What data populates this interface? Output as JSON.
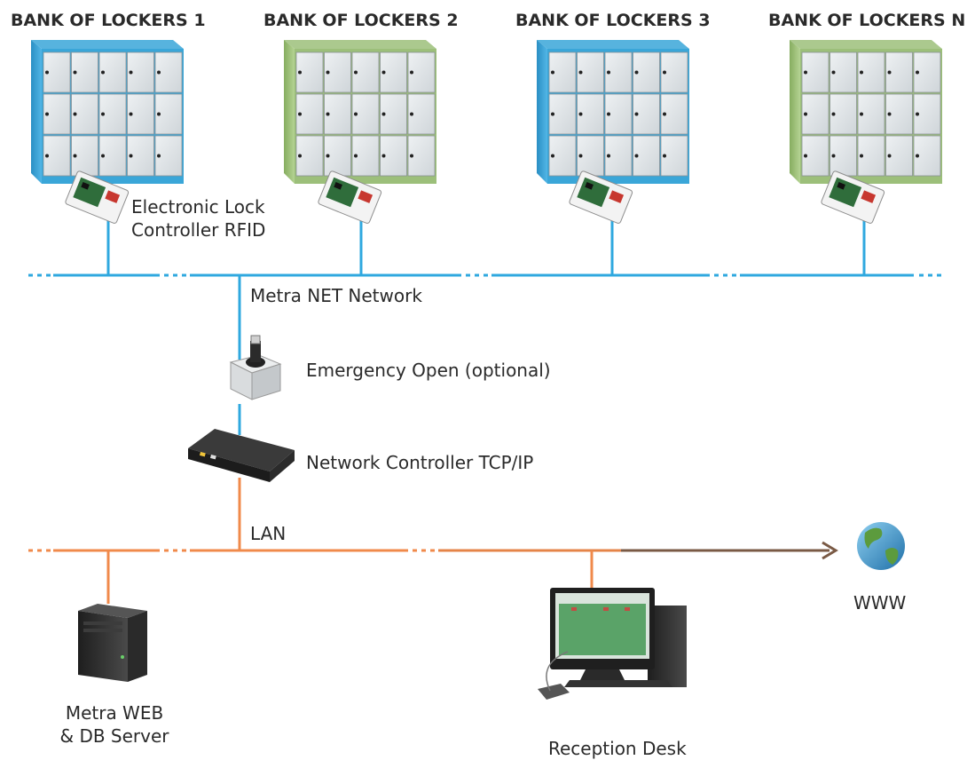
{
  "banks": [
    {
      "title": "BANK OF LOCKERS 1",
      "color": "#3aa6d8"
    },
    {
      "title": "BANK OF LOCKERS 2",
      "color": "#9cbf7a"
    },
    {
      "title": "BANK OF LOCKERS 3",
      "color": "#3aa6d8"
    },
    {
      "title": "BANK OF LOCKERS N",
      "color": "#9cbf7a"
    }
  ],
  "labels": {
    "lock_controller_line1": "Electronic Lock",
    "lock_controller_line2": "Controller RFID",
    "metra_net": "Metra NET Network",
    "emergency_open": "Emergency Open (optional)",
    "network_controller": "Network Controller TCP/IP",
    "lan": "LAN",
    "www": "WWW",
    "server_line1": "Metra WEB",
    "server_line2": "& DB Server",
    "reception": "Reception Desk"
  },
  "colors": {
    "metra_net_line": "#2fa8df",
    "lan_line": "#f08a4b",
    "www_arrow": "#7a5a45"
  },
  "icons": [
    "locker-bank-icon",
    "lock-controller-board-icon",
    "emergency-button-icon",
    "network-switch-icon",
    "server-tower-icon",
    "reception-pc-icon",
    "globe-icon"
  ]
}
